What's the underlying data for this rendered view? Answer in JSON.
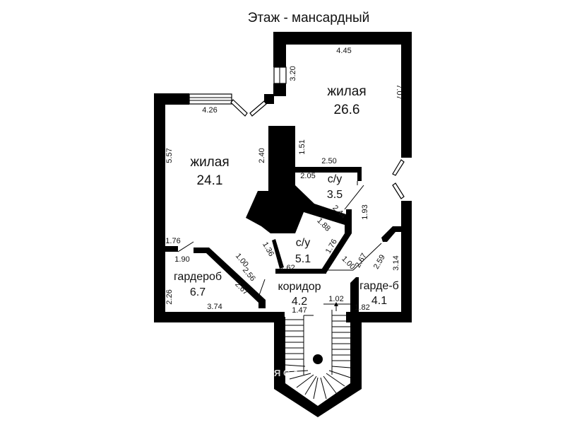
{
  "title": "Этаж - мансардный",
  "rooms": [
    {
      "name": "жилая",
      "area": "26.6"
    },
    {
      "name": "жилая",
      "area": "24.1"
    },
    {
      "name": "с/у",
      "area": "3.5"
    },
    {
      "name": "с/у",
      "area": "5.1"
    },
    {
      "name": "гардероб",
      "area": "6.7"
    },
    {
      "name": "коридор",
      "area": "4.2"
    },
    {
      "name": "гарде-б",
      "area": "4.1"
    }
  ],
  "dimensions": {
    "d445": "4.45",
    "d707": "7.07",
    "d320": "3.20",
    "d426": "4.26",
    "d557": "5.57",
    "d240": "2.40",
    "d151": "1.51",
    "d250": "2.50",
    "d205": "2.05",
    "d193": "1.93",
    "d244": "2.44",
    "d188": "1.88",
    "d176a": "1.76",
    "d190": "1.90",
    "d136": "1.36",
    "d176b": "1.76",
    "d100a": "1.00",
    "d256": "2.56",
    "d162": "1.62",
    "d100b": "1.00",
    "d267a": "2.67",
    "d259": "2.59",
    "d314": "3.14",
    "d267b": "2.67",
    "d226": "2.26",
    "d374": "3.74",
    "d147": "1.47",
    "d102": "1.02",
    "d182": "1.82"
  }
}
